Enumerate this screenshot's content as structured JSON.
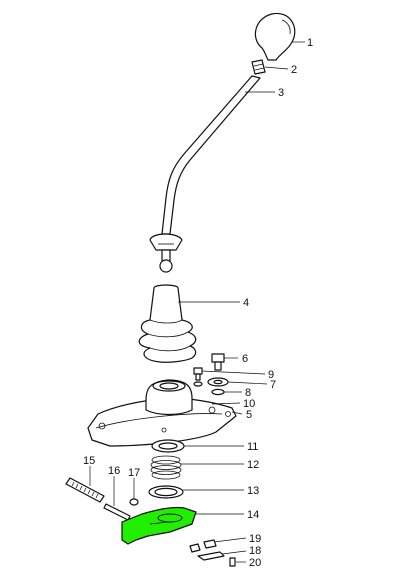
{
  "callouts": [
    {
      "id": "1",
      "label": "1"
    },
    {
      "id": "2",
      "label": "2"
    },
    {
      "id": "3",
      "label": "3"
    },
    {
      "id": "4",
      "label": "4"
    },
    {
      "id": "5",
      "label": "5"
    },
    {
      "id": "6",
      "label": "6"
    },
    {
      "id": "7",
      "label": "7"
    },
    {
      "id": "8",
      "label": "8"
    },
    {
      "id": "9",
      "label": "9"
    },
    {
      "id": "10",
      "label": "10"
    },
    {
      "id": "11",
      "label": "11"
    },
    {
      "id": "12",
      "label": "12"
    },
    {
      "id": "13",
      "label": "13"
    },
    {
      "id": "14",
      "label": "14"
    },
    {
      "id": "15",
      "label": "15"
    },
    {
      "id": "16",
      "label": "16"
    },
    {
      "id": "17",
      "label": "17"
    },
    {
      "id": "18",
      "label": "18"
    },
    {
      "id": "19",
      "label": "19"
    },
    {
      "id": "20",
      "label": "20"
    }
  ],
  "highlight_color": "#22ee00",
  "line_color": "#111111"
}
